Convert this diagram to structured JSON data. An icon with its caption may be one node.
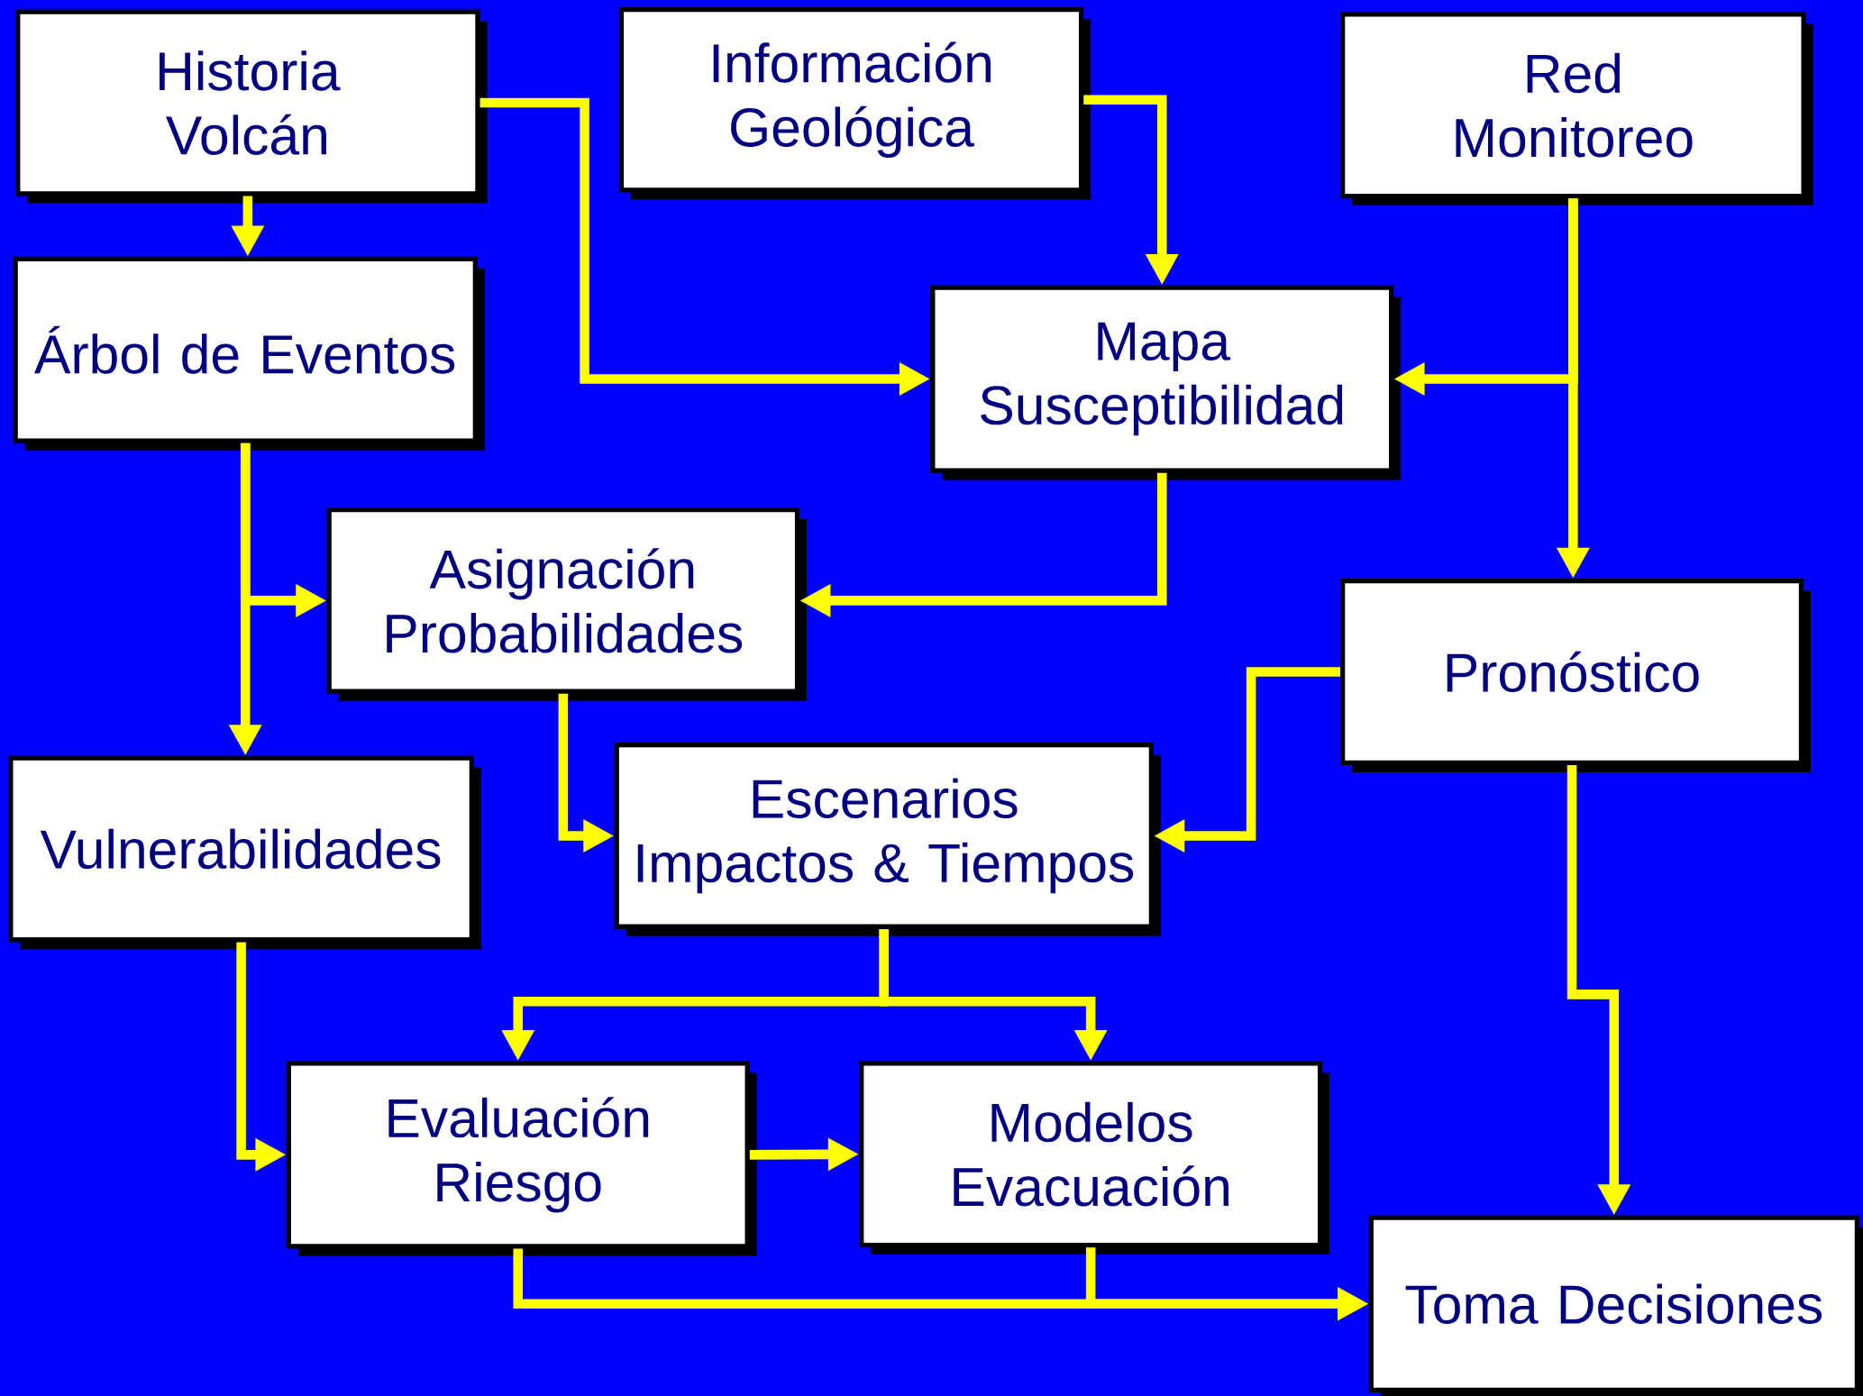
{
  "diagram": {
    "nodes": [
      {
        "text": [
          "Historia Volcán"
        ]
      },
      {
        "text": [
          "Información Geológica"
        ]
      },
      {
        "text": [
          "Red Monitoreo"
        ]
      },
      {
        "text": [
          "Árbol de Eventos"
        ]
      },
      {
        "text": [
          "Mapa Susceptibilidad"
        ]
      },
      {
        "text": [
          "Asignación Probabilidades"
        ]
      },
      {
        "text": [
          "Pronóstico"
        ]
      },
      {
        "text": [
          "Vulnerabilidades"
        ]
      },
      {
        "text": [
          "Escenarios Impactos & Tiempos"
        ]
      },
      {
        "text": [
          "Evaluación Riesgo"
        ]
      },
      {
        "text": [
          "Modelos Evacuación"
        ]
      },
      {
        "text": [
          "Toma Decisiones"
        ]
      }
    ],
    "edges": [
      {
        "from": 0,
        "to": 3,
        "arrow": "to"
      },
      {
        "from": 0,
        "to": 4,
        "arrow": "to"
      },
      {
        "from": 1,
        "to": 4,
        "arrow": "to"
      },
      {
        "from": 2,
        "to": 4,
        "arrow": "to"
      },
      {
        "from": 2,
        "to": 6,
        "arrow": "to"
      },
      {
        "from": 3,
        "to": 5,
        "arrow": "to"
      },
      {
        "from": 3,
        "to": 7,
        "arrow": "to"
      },
      {
        "from": 4,
        "to": 5,
        "arrow": "to"
      },
      {
        "from": 5,
        "to": 8,
        "arrow": "to"
      },
      {
        "from": 6,
        "to": 8,
        "arrow": "to"
      },
      {
        "from": 6,
        "to": 11,
        "arrow": "to"
      },
      {
        "from": 8,
        "to": 9,
        "arrow": "to"
      },
      {
        "from": 8,
        "to": 10,
        "arrow": "to"
      },
      {
        "from": 7,
        "to": 9,
        "arrow": "to"
      },
      {
        "from": 9,
        "to": 10,
        "arrow": "to"
      },
      {
        "from": 9,
        "to": 11,
        "arrow": "to"
      },
      {
        "from": 10,
        "to": 11,
        "arrow": "to"
      }
    ]
  }
}
